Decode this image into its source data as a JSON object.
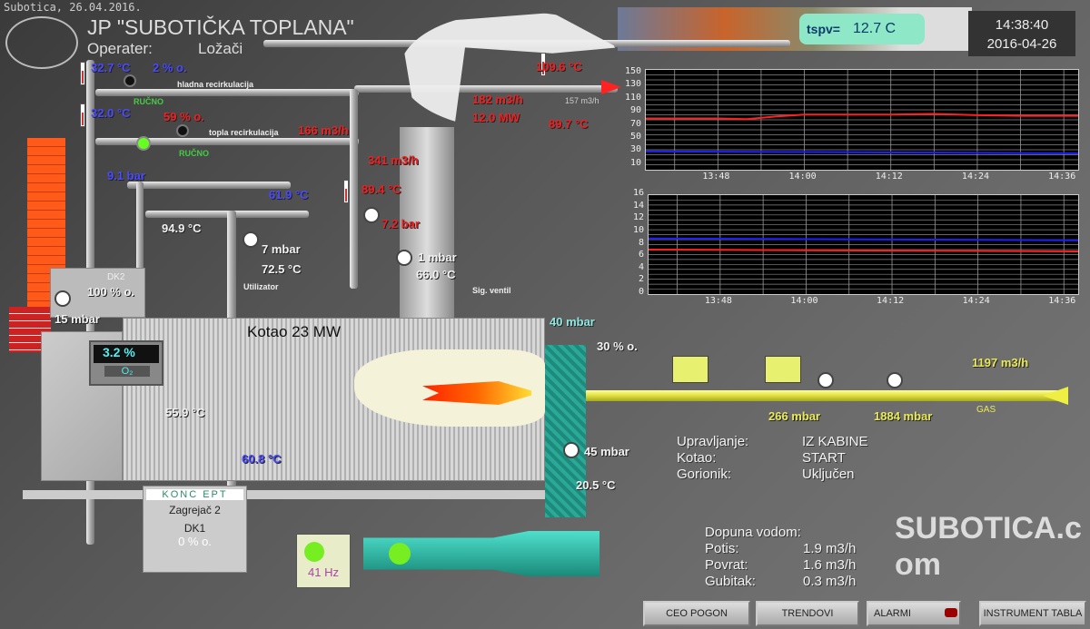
{
  "header": {
    "watermark_date": "Subotica, 26.04.2016.",
    "company": "JP \"SUBOTIČKA TOPLANA\"",
    "operator_label": "Operater:",
    "operator_value": "Ložači",
    "tspv_label": "tspv=",
    "tspv_value": "12.7 C",
    "time": "14:38:40",
    "date": "2016-04-26"
  },
  "readings": {
    "t_cold_return": "32.7 °C",
    "valve_cold_open": "2 % o.",
    "cold_recirc": "hladna recirkulacija",
    "mode_manual_1": "RUČNO",
    "t_return": "32.0 °C",
    "valve_warm_open": "59 % o.",
    "warm_recirc": "topla recirkulacija",
    "mode_manual_2": "RUČNO",
    "flow_warm": "166 m3/h",
    "flow_total": "341 m3/h",
    "pressure_return": "9.1 bar",
    "t_util_in": "61.9 °C",
    "t_supply_boiler": "89.4 °C",
    "pressure_supply": "7.2 bar",
    "t_flue_top": "94.9 °C",
    "util_pressure": "7 mbar",
    "util_temp": "72.5 °C",
    "chimney_pressure": "1 mbar",
    "chimney_temp": "66.0 °C",
    "t_out": "109.6 °C",
    "flow_out": "182 m3/h",
    "power_out": "12.0 MW",
    "flow_out_2": "157 m3/h",
    "t_out_return": "89.7 °C",
    "dk2_label": "DK2",
    "dk2_open": "100 % o.",
    "flue_pressure": "15 mbar",
    "utilizator": "Utilizator",
    "safety_valve": "Sig. ventil",
    "boiler_name": "Kotao 23 MW",
    "o2_value": "3.2 %",
    "o2_label": "O₂",
    "t_flue_mid": "55.9 °C",
    "t_flue_low": "60.8 °C",
    "konc_logo": "KONC EPT",
    "heater": "Zagrejač 2",
    "dk1_label": "DK1",
    "dk1_open": "0 % o.",
    "vfd_freq": "41 Hz",
    "air_pressure": "40 mbar",
    "air_damper": "30 % o.",
    "fan_pressure": "45 mbar",
    "air_temp": "20.5 °C",
    "gas_flow": "1197 m3/h",
    "gas_label": "GAS",
    "gas_p_low": "266 mbar",
    "gas_p_high": "1884 mbar"
  },
  "status": {
    "control_label": "Upravljanje:",
    "control_value": "IZ KABINE",
    "boiler_label": "Kotao:",
    "boiler_value": "START",
    "burner_label": "Gorionik:",
    "burner_value": "Uključen"
  },
  "water": {
    "title": "Dopuna vodom:",
    "push_label": "Potis:",
    "push_value": "1.9 m3/h",
    "return_label": "Povrat:",
    "return_value": "1.6 m3/h",
    "loss_label": "Gubitak:",
    "loss_value": "0.3 m3/h"
  },
  "buttons": {
    "whole_plant": "CEO POGON",
    "trends": "TRENDOVI",
    "alarms": "ALARMI",
    "instrument_panel": "INSTRUMENT TABLA"
  },
  "site_watermark": "SUBOTICA.com",
  "colors": {
    "red_series": "#ff2020",
    "blue_series": "#2020ff"
  },
  "chart_data": [
    {
      "type": "line",
      "title": "",
      "x_ticks": [
        "13:48",
        "14:00",
        "14:12",
        "14:24",
        "14:36"
      ],
      "x_range_minutes": [
        0,
        60
      ],
      "x_tick_minutes": [
        10,
        22,
        34,
        46,
        58
      ],
      "y_ticks": [
        "150",
        "130",
        "110",
        "90",
        "70",
        "50",
        "30",
        "10"
      ],
      "ylim": [
        3,
        155
      ],
      "series": [
        {
          "name": "red",
          "x": [
            0,
            10,
            14,
            18,
            22,
            28,
            34,
            40,
            46,
            52,
            60
          ],
          "values": [
            81,
            81,
            80,
            84,
            87,
            87,
            87,
            88,
            86,
            85,
            85
          ]
        },
        {
          "name": "blue",
          "x": [
            0,
            20,
            40,
            60
          ],
          "values": [
            31,
            30,
            29,
            28
          ]
        }
      ]
    },
    {
      "type": "line",
      "title": "",
      "x_ticks": [
        "13:48",
        "14:00",
        "14:12",
        "14:24",
        "14:36"
      ],
      "x_range_minutes": [
        0,
        60
      ],
      "x_tick_minutes": [
        10,
        22,
        34,
        46,
        58
      ],
      "y_ticks": [
        "16",
        "14",
        "12",
        "10",
        "8",
        "6",
        "4",
        "2",
        "0"
      ],
      "ylim": [
        0,
        16
      ],
      "series": [
        {
          "name": "red",
          "x": [
            0,
            20,
            40,
            60
          ],
          "values": [
            7.2,
            7.1,
            7.0,
            6.9
          ]
        },
        {
          "name": "blue",
          "x": [
            0,
            20,
            40,
            60
          ],
          "values": [
            9.0,
            8.9,
            8.8,
            8.7
          ]
        }
      ]
    }
  ]
}
